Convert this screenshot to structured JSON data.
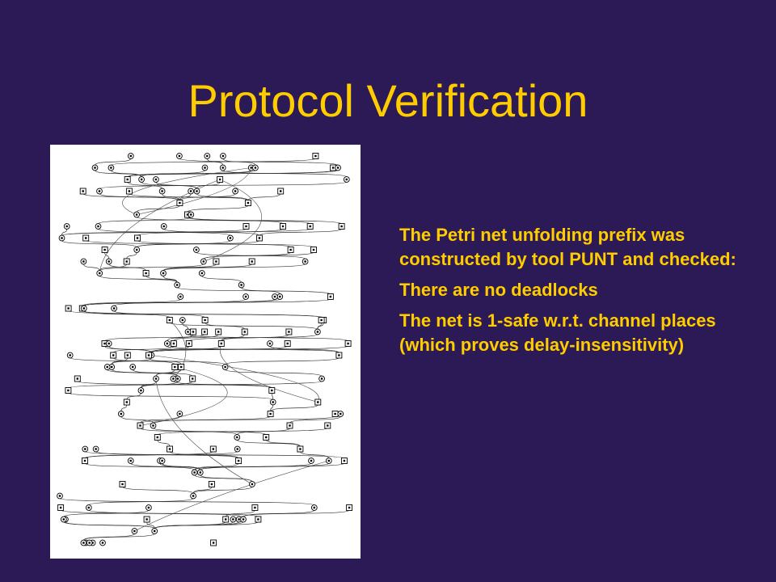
{
  "slide": {
    "title": "Protocol Verification",
    "bullets": [
      "The Petri net unfolding prefix was constructed by tool PUNT and checked:",
      "There are no deadlocks",
      "The net is 1-safe w.r.t. channel places (which proves delay-insensitivity)"
    ]
  },
  "colors": {
    "background": "#2b1a55",
    "text": "#ffcc00",
    "figure_background": "#ffffff"
  }
}
